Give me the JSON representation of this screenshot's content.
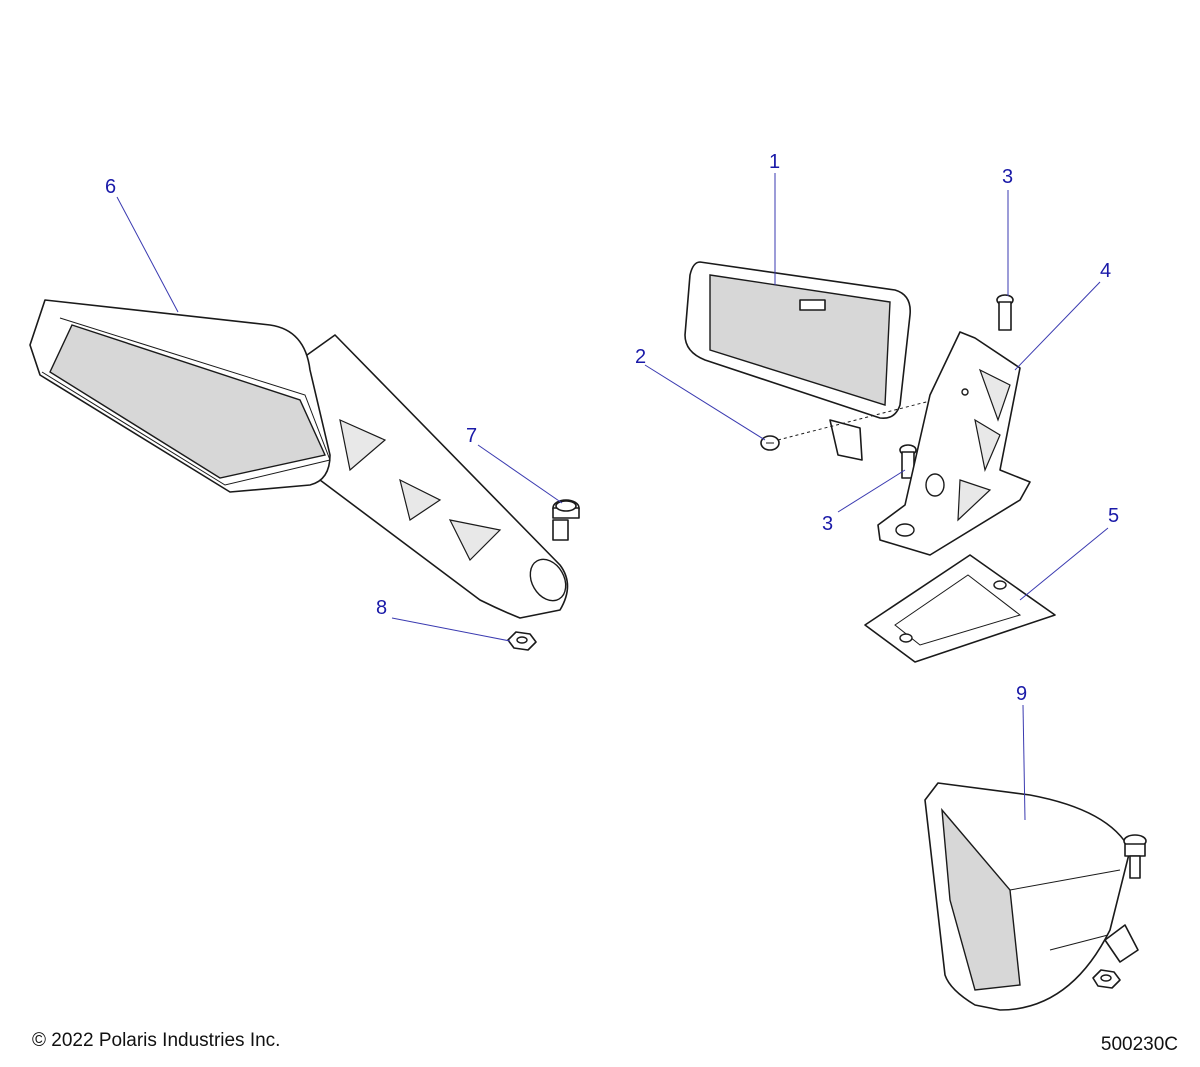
{
  "callouts": {
    "c1": "1",
    "c2": "2",
    "c3a": "3",
    "c3b": "3",
    "c4": "4",
    "c5": "5",
    "c6": "6",
    "c7": "7",
    "c8": "8",
    "c9": "9"
  },
  "footer": {
    "copyright": "© 2022 Polaris Industries Inc.",
    "doc_number": "500230C"
  }
}
